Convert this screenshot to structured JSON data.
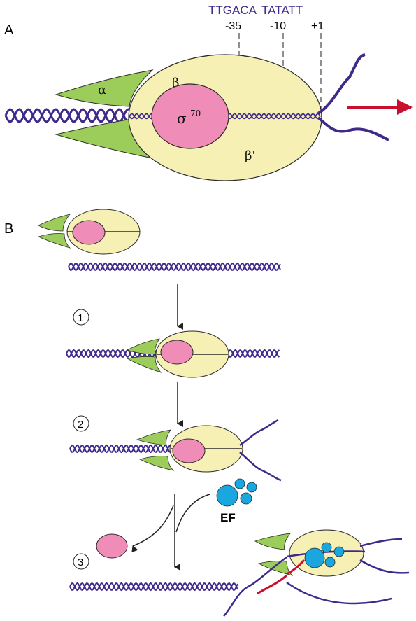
{
  "panels": {
    "a": {
      "label": "A"
    },
    "b": {
      "label": "B"
    }
  },
  "promoter": {
    "sequence_35": "TTGACA",
    "sequence_10": "TATATT",
    "pos_35": "-35",
    "pos_10": "-10",
    "pos_1": "+1"
  },
  "subunits": {
    "alpha": "α",
    "beta": "β",
    "beta_prime": "β'",
    "sigma": "σ",
    "sigma_sup": "70"
  },
  "steps": [
    "1",
    "2",
    "3"
  ],
  "ef_label": "EF",
  "colors": {
    "dna": "#3f2a8c",
    "polymerase": "#f6f0b4",
    "polymerase_edge": "#2a2a2a",
    "alpha": "#9ccc5a",
    "sigma": "#f08cb8",
    "arrow": "#c8102e",
    "ef": "#1aa7e0",
    "rna": "#c8102e"
  }
}
